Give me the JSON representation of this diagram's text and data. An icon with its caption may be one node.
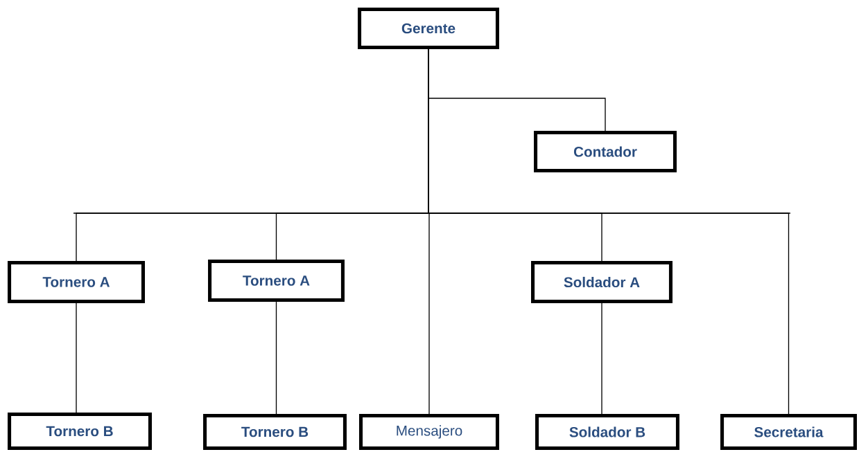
{
  "diagram": {
    "nodes": [
      {
        "text": [
          "Gerente"
        ]
      },
      {
        "text": [
          "Contador"
        ]
      },
      {
        "text": [
          "Tornero A"
        ]
      },
      {
        "text": [
          "Tornero A"
        ]
      },
      {
        "text": [
          "Soldador A"
        ]
      },
      {
        "text": [
          "Tornero B"
        ]
      },
      {
        "text": [
          "Tornero B"
        ]
      },
      {
        "text": [
          "Mensajero"
        ]
      },
      {
        "text": [
          "Soldador B"
        ]
      },
      {
        "text": [
          "Secretaria"
        ]
      }
    ],
    "edges": [
      {
        "from": 0,
        "to": 1,
        "arrow": "none"
      },
      {
        "from": 0,
        "to": 2,
        "arrow": "none"
      },
      {
        "from": 0,
        "to": 3,
        "arrow": "none"
      },
      {
        "from": 0,
        "to": 7,
        "arrow": "none"
      },
      {
        "from": 0,
        "to": 4,
        "arrow": "none"
      },
      {
        "from": 0,
        "to": 9,
        "arrow": "none"
      },
      {
        "from": 2,
        "to": 5,
        "arrow": "none"
      },
      {
        "from": 3,
        "to": 6,
        "arrow": "none"
      },
      {
        "from": 4,
        "to": 8,
        "arrow": "none"
      }
    ]
  }
}
